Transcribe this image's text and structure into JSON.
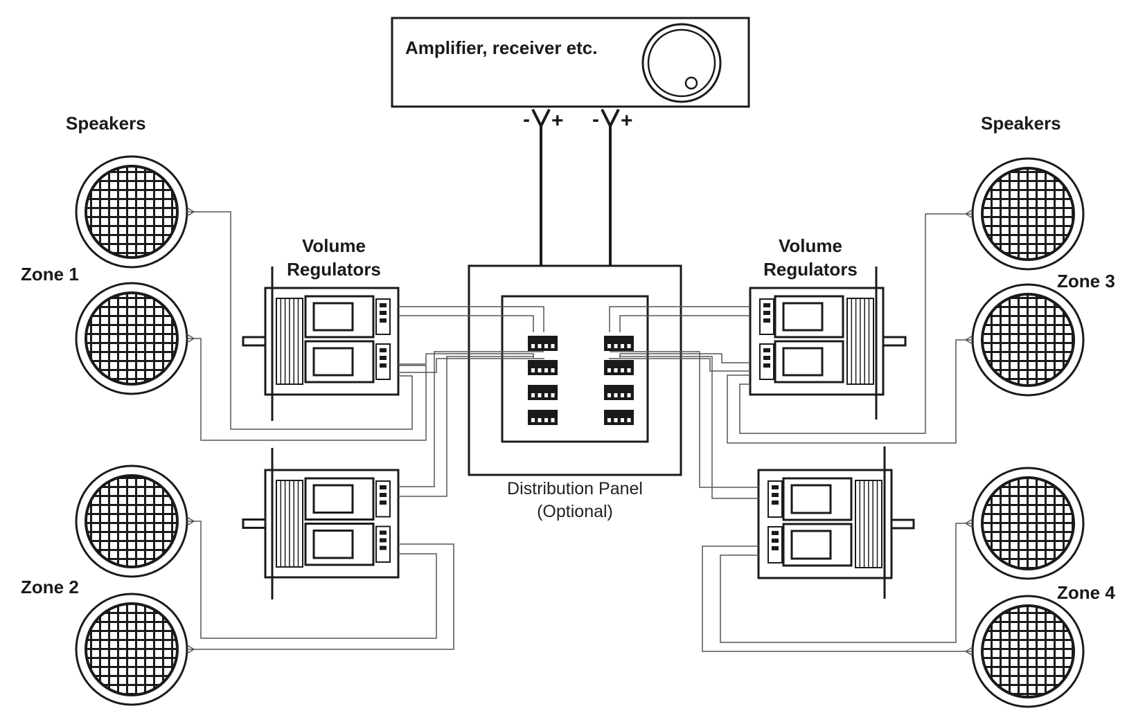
{
  "amplifier": {
    "label": "Amplifier, receiver etc."
  },
  "terminals": {
    "minus": "-",
    "plus": "+"
  },
  "speakers": {
    "left_label": "Speakers",
    "right_label": "Speakers"
  },
  "zones": {
    "zone1": "Zone 1",
    "zone2": "Zone 2",
    "zone3": "Zone 3",
    "zone4": "Zone 4"
  },
  "volume_regulators": {
    "left": {
      "line1": "Volume",
      "line2": "Regulators"
    },
    "right": {
      "line1": "Volume",
      "line2": "Regulators"
    }
  },
  "distribution_panel": {
    "line1": "Distribution Panel",
    "line2": "(Optional)"
  },
  "colors": {
    "ink": "#1a1a1a",
    "wire": "#555555",
    "background": "#ffffff"
  }
}
